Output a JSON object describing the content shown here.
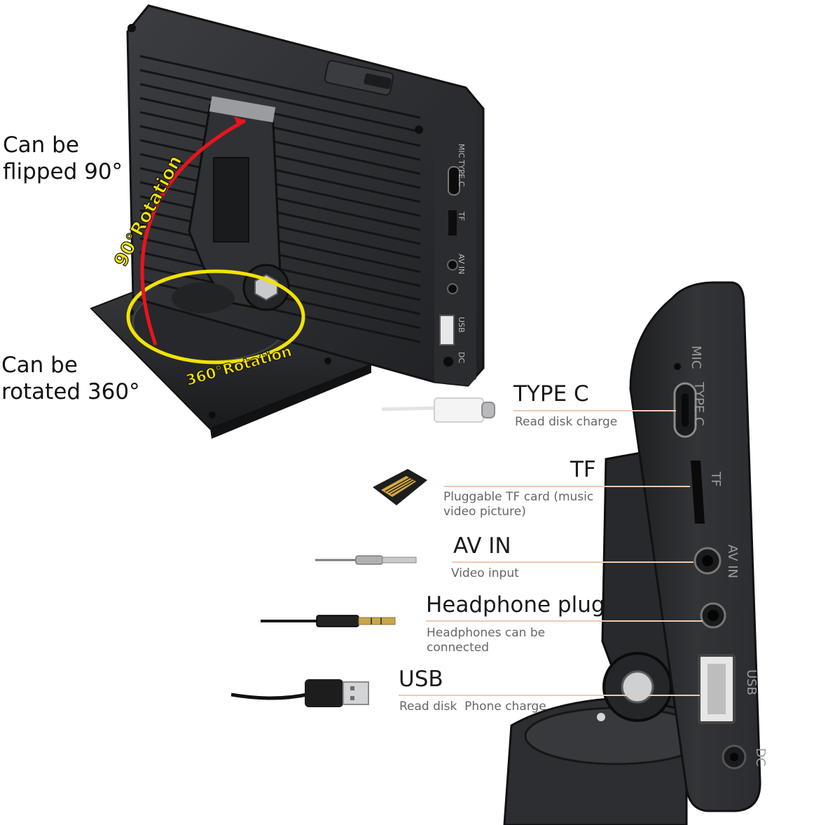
{
  "notes": {
    "flip_line1": "Can be",
    "flip_line2": "flipped 90°",
    "rotate_line1": "Can be",
    "rotate_line2": "rotated 360°"
  },
  "arrows": {
    "flip_label": "90°Rotation",
    "rotate_label": "360°Rotation"
  },
  "device_labels": {
    "mic": "MIC",
    "type_c": "TYPE.C",
    "tf": "TF",
    "av_in": "AV IN",
    "usb": "USB",
    "dc": "DC"
  },
  "ports": [
    {
      "title": "TYPE C",
      "desc1": "Read disk charge",
      "desc2": ""
    },
    {
      "title": "TF",
      "desc1": "Pluggable TF card (music",
      "desc2": "video picture)"
    },
    {
      "title": "AV IN",
      "desc1": "Video input",
      "desc2": ""
    },
    {
      "title": "Headphone plug",
      "desc1": "Headphones can be",
      "desc2": "connected"
    },
    {
      "title": "USB",
      "desc1": "Read disk  Phone charge",
      "desc2": ""
    }
  ],
  "colors": {
    "arc_red": "#e8141e",
    "arc_yellow": "#f3e300",
    "device_body": "#2b2d30",
    "guide_line": "#f0c9b0"
  },
  "icons": [
    "type-c-cable-icon",
    "micro-sd-card-icon",
    "av-cable-icon",
    "headphone-jack-icon",
    "usb-cable-icon"
  ]
}
